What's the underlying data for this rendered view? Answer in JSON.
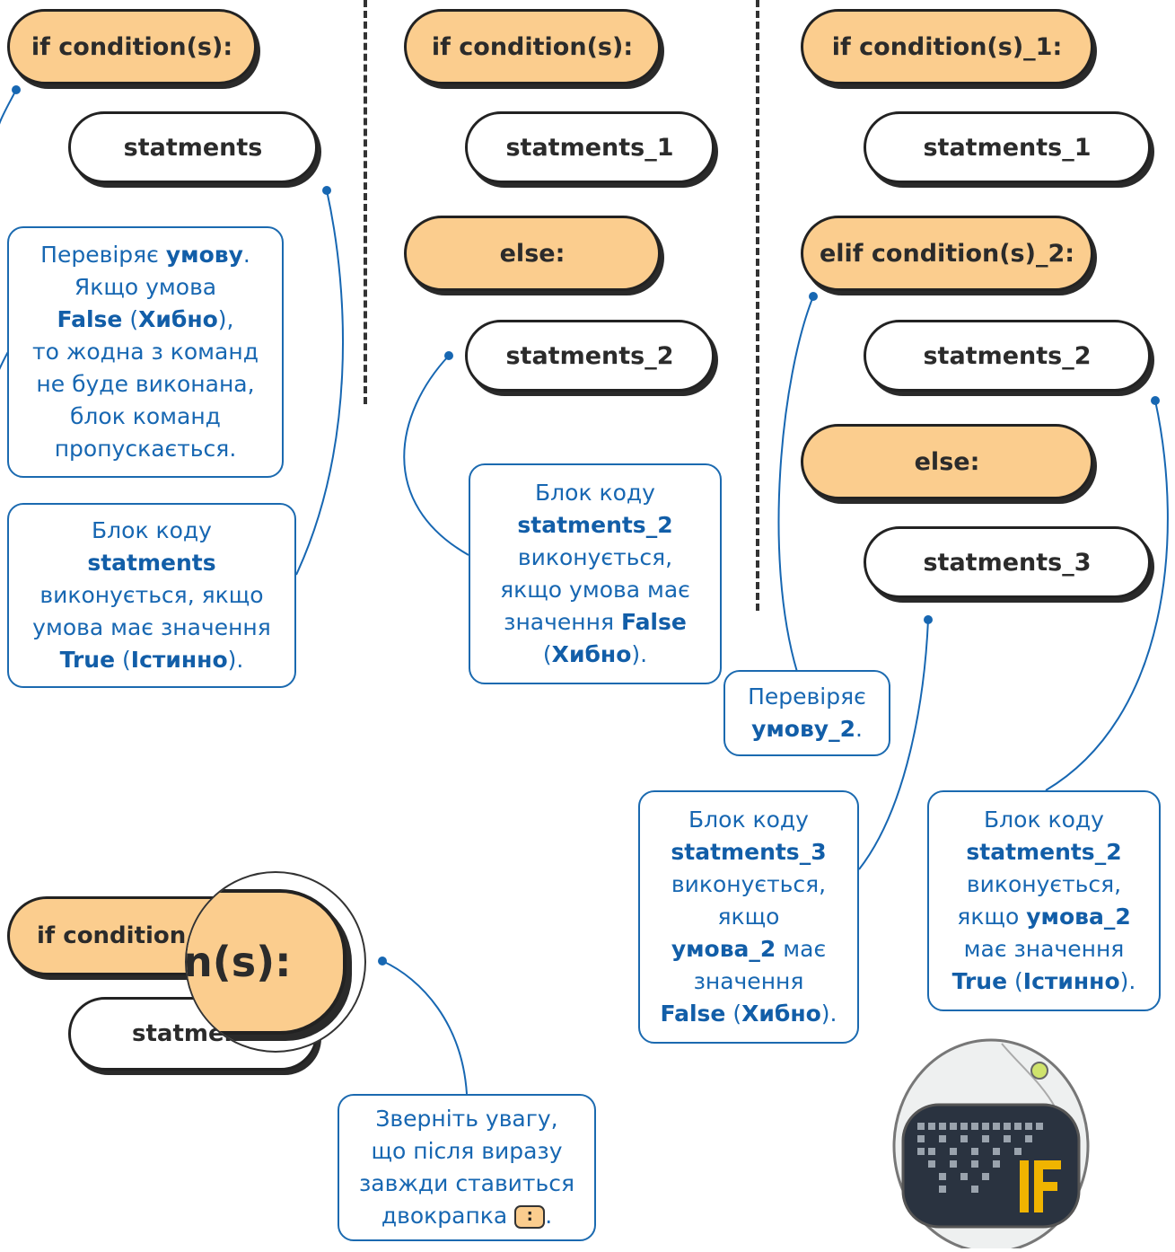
{
  "col1": {
    "if_pill": "if condition(s):",
    "stmt_pill": "statments",
    "note_check": [
      "Перевіряє ",
      "умову",
      ".",
      "Якщо умова",
      "False",
      " (",
      "Хибно",
      "),",
      "то жодна з команд",
      "не буде виконана,",
      "блок команд",
      "пропускається."
    ],
    "note_block": [
      "Блок коду",
      "statments",
      "виконується, якщо",
      "умова має значення",
      "True",
      " (",
      "Істинно",
      ")."
    ]
  },
  "col2": {
    "if_pill": "if condition(s):",
    "stmt1_pill": "statments_1",
    "else_pill": "else:",
    "stmt2_pill": "statments_2",
    "note_block": [
      "Блок коду",
      "statments_2",
      "виконується,",
      "якщо умова має",
      "значення ",
      "False",
      "(",
      "Хибно",
      ")."
    ]
  },
  "col3": {
    "if_pill": "if condition(s)_1:",
    "stmt1_pill": "statments_1",
    "elif_pill": "elif condition(s)_2:",
    "stmt2_pill": "statments_2",
    "else_pill": "else:",
    "stmt3_pill": "statments_3",
    "note_check": [
      "Перевіряє",
      "умову_2",
      "."
    ],
    "note_block3": [
      "Блок коду",
      "statments_3",
      "виконується,",
      "якщо",
      "умова_2",
      " має",
      "значення",
      "False",
      " (",
      "Хибно",
      ")."
    ],
    "note_block2": [
      "Блок коду",
      "statments_2",
      "виконується,",
      "якщо ",
      "умова_2",
      "має значення",
      "True",
      " (",
      "Істинно",
      ")."
    ]
  },
  "zoom": {
    "if_pill": "if condition",
    "stmt_pill": "statments",
    "magnified": "n(s):",
    "note": [
      "Зверніть увагу,",
      "що після виразу",
      "завжди ставиться",
      "двокрапка ",
      ":",
      "."
    ]
  },
  "robot": {
    "screen_text": "IF"
  },
  "colors": {
    "orange": "#fbcd8e",
    "blue": "#1767b2",
    "outline": "#222222"
  }
}
